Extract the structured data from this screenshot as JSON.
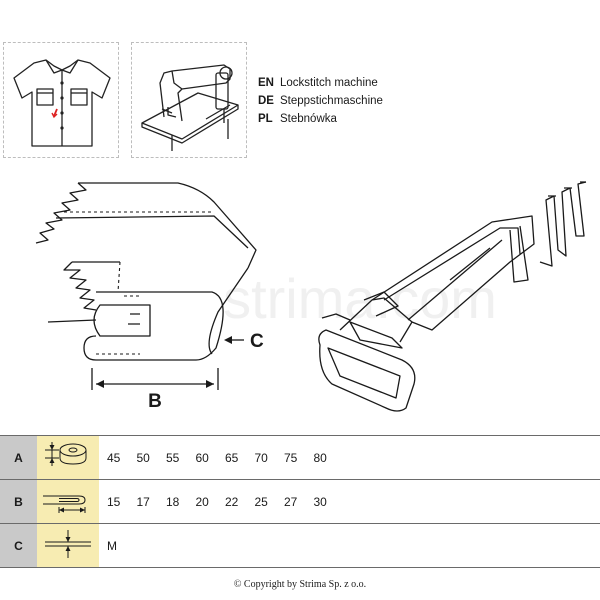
{
  "languages": [
    {
      "code": "EN",
      "name": "Lockstitch machine"
    },
    {
      "code": "DE",
      "name": "Steppstichmaschine"
    },
    {
      "code": "PL",
      "name": "Stebnówka"
    }
  ],
  "diagram": {
    "label_b": "B",
    "label_c": "C",
    "watermark": "strima.com"
  },
  "table": {
    "rows": [
      {
        "letter": "A",
        "icon": "tape-roll-width-icon",
        "values": [
          "45",
          "50",
          "55",
          "60",
          "65",
          "70",
          "75",
          "80"
        ]
      },
      {
        "letter": "B",
        "icon": "finished-width-icon",
        "values": [
          "15",
          "17",
          "18",
          "20",
          "22",
          "25",
          "27",
          "30"
        ]
      },
      {
        "letter": "C",
        "icon": "material-thickness-icon",
        "values": [
          "M"
        ]
      }
    ]
  },
  "copyright": "© Copyright by Strima Sp. z o.o.",
  "colors": {
    "letter_cell": "#c9c9c9",
    "icon_cell": "#f7ecb2",
    "line": "#1a1a1a"
  }
}
